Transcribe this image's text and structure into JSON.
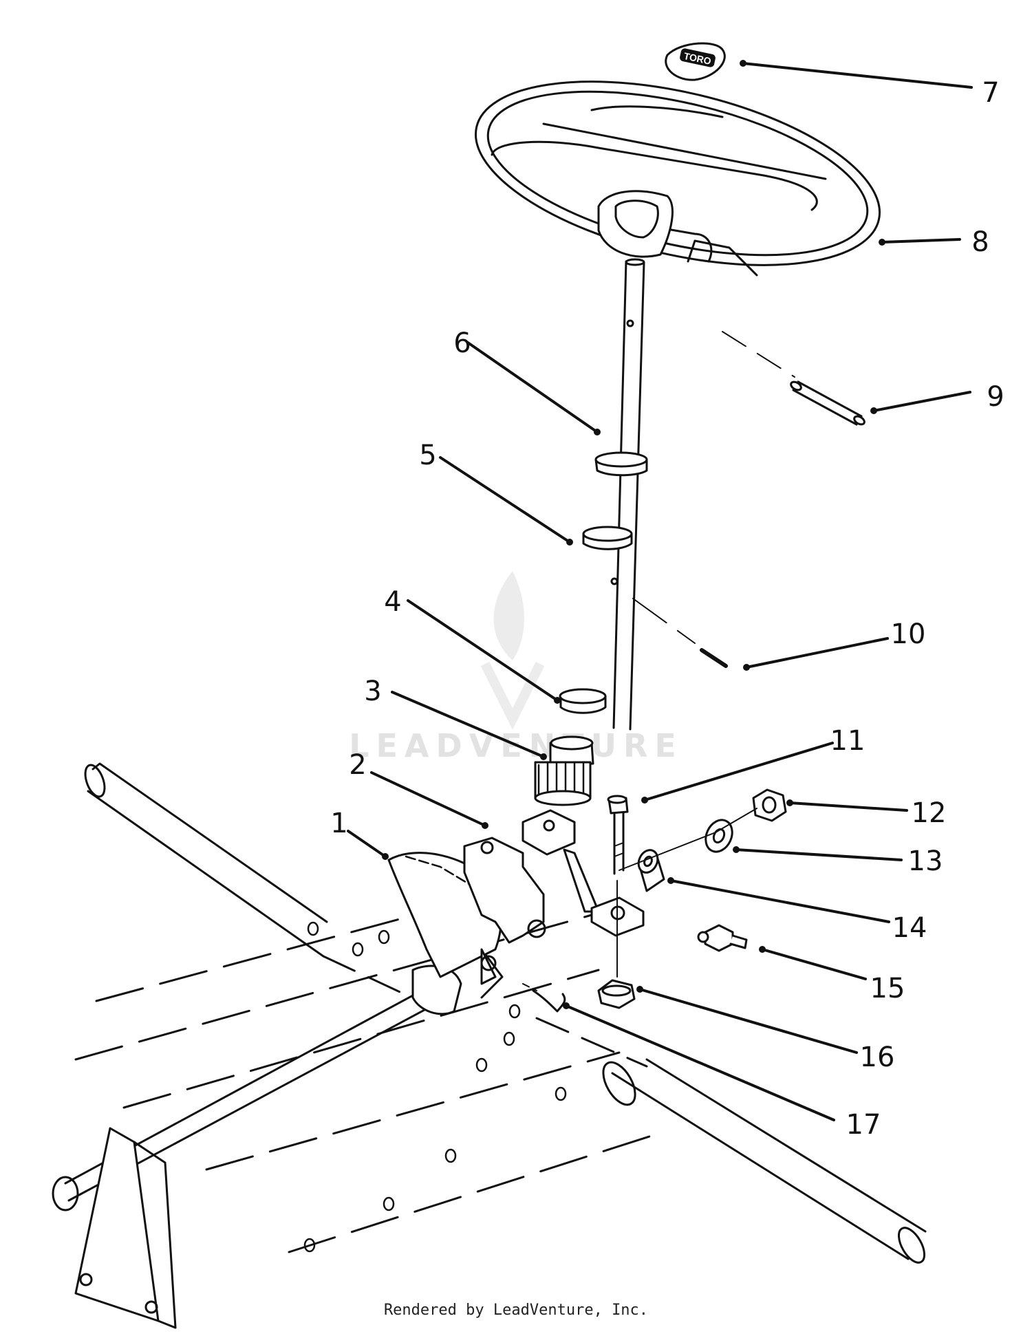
{
  "diagram": {
    "logo_text": "TORO",
    "watermark": "LEADVENTURE",
    "callouts": [
      {
        "id": "1",
        "label": "1"
      },
      {
        "id": "2",
        "label": "2"
      },
      {
        "id": "3",
        "label": "3"
      },
      {
        "id": "4",
        "label": "4"
      },
      {
        "id": "5",
        "label": "5"
      },
      {
        "id": "6",
        "label": "6"
      },
      {
        "id": "7",
        "label": "7"
      },
      {
        "id": "8",
        "label": "8"
      },
      {
        "id": "9",
        "label": "9"
      },
      {
        "id": "10",
        "label": "10"
      },
      {
        "id": "11",
        "label": "11"
      },
      {
        "id": "12",
        "label": "12"
      },
      {
        "id": "13",
        "label": "13"
      },
      {
        "id": "14",
        "label": "14"
      },
      {
        "id": "15",
        "label": "15"
      },
      {
        "id": "16",
        "label": "16"
      },
      {
        "id": "17",
        "label": "17"
      }
    ]
  },
  "footer": {
    "credit": "Rendered by LeadVenture, Inc."
  }
}
